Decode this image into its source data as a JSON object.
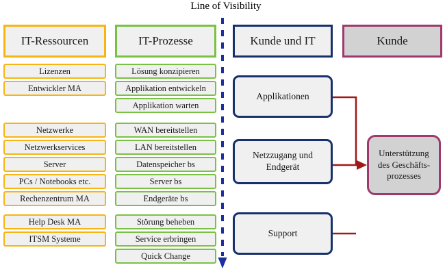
{
  "diagram": {
    "title": "Line of Visibility",
    "columns": [
      {
        "key": "it_ressourcen",
        "header": "IT-Ressourcen",
        "accent": "#F6B511",
        "groups": [
          {
            "items": [
              "Lizenzen",
              "Entwickler MA"
            ]
          },
          {
            "items": [
              "Netzwerke",
              "Netzwerkservices",
              "Server",
              "PCs / Notebooks etc.",
              "Rechenzentrum MA"
            ]
          },
          {
            "items": [
              "Help Desk MA",
              "ITSM Systeme"
            ]
          }
        ]
      },
      {
        "key": "it_prozesse",
        "header": "IT-Prozesse",
        "accent": "#79C143",
        "groups": [
          {
            "items": [
              "Lösung konzipieren",
              "Applikation entwickeln",
              "Applikation warten"
            ]
          },
          {
            "items": [
              "WAN bereitstellen",
              "LAN bereitstellen",
              "Datenspeicher bs",
              "Server bs",
              "Endgeräte bs"
            ]
          },
          {
            "items": [
              "Störung beheben",
              "Service erbringen",
              "Quick Change"
            ]
          }
        ]
      },
      {
        "key": "kunde_und_it",
        "header": "Kunde und IT",
        "accent": "#15306B",
        "services": [
          "Applikationen",
          "Netzzugang und Endgerät",
          "Support"
        ]
      },
      {
        "key": "kunde",
        "header": "Kunde",
        "accent": "#9E3A6B",
        "outcome": "Unterstützung des Geschäfts- prozesses",
        "outcome_lines": [
          "Unterstützung",
          "des Geschäfts-",
          "prozesses"
        ]
      }
    ],
    "service_labels": {
      "applikationen": "Applikationen",
      "netzzugang_line1": "Netzzugang und",
      "netzzugang_line2": "Endgerät",
      "support": "Support"
    },
    "outcome_lines": {
      "line1": "Unterstützung",
      "line2": "des Geschäfts-",
      "line3": "prozesses"
    },
    "colors": {
      "yellow": "#F6B511",
      "green": "#79C143",
      "navy": "#15306B",
      "purple": "#9E3A6B",
      "red_connector": "#A01818",
      "box_fill": "#F0F0F0",
      "gray_fill": "#D2D2D2"
    }
  }
}
